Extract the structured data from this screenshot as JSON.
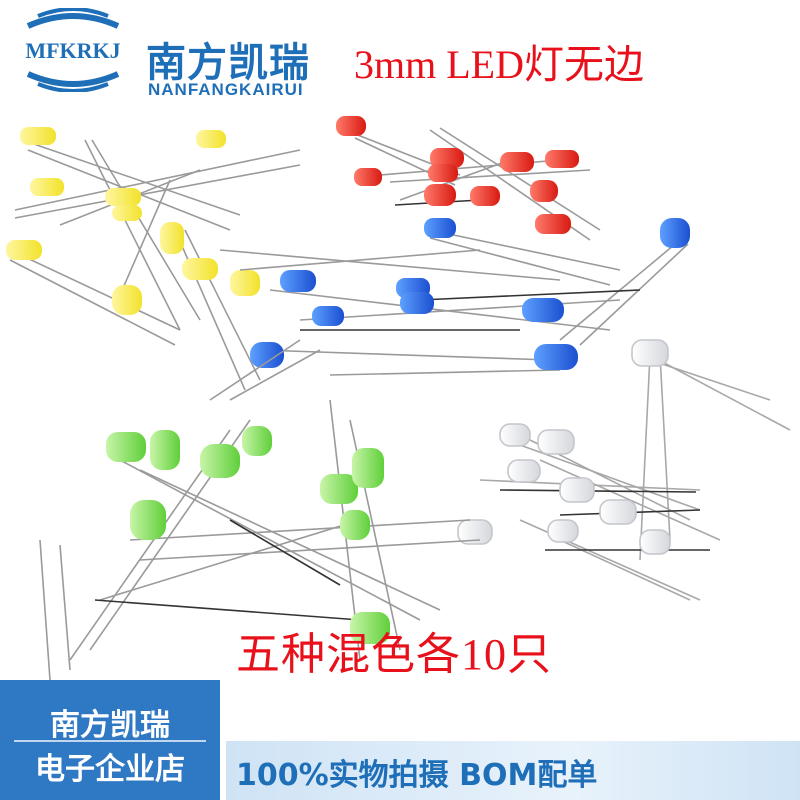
{
  "logo": {
    "mark_text": "MFKRKJ",
    "brand_cn": "南方凯瑞",
    "brand_en": "NANFANGKAIRUI"
  },
  "product": {
    "title": "3mm  LED灯无边"
  },
  "promo": {
    "text": "五种混色各10只"
  },
  "shop": {
    "name": "南方凯瑞",
    "type": "电子企业店"
  },
  "banner": {
    "text": "100%实物拍摄  BOM配单"
  },
  "colors": {
    "brand_blue": "#1f6fb8",
    "title_red": "#e8101a",
    "shop_box_blue": "#2f78c4"
  },
  "led_colors": [
    "yellow",
    "red",
    "blue",
    "green",
    "clear"
  ]
}
